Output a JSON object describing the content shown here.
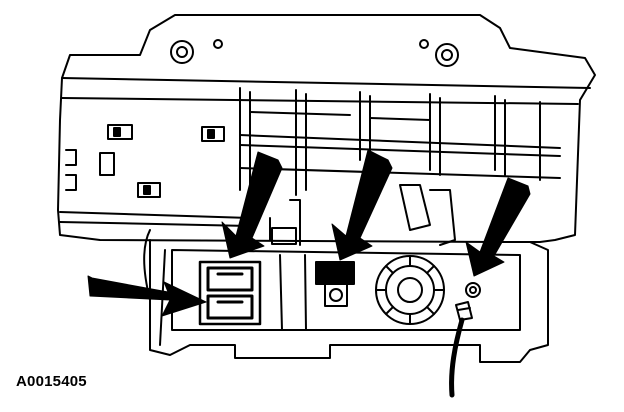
{
  "figure": {
    "label": "A0015405",
    "ink_color": "#000000",
    "paper_color": "#ffffff",
    "callouts": [
      {
        "id": "arrow-1",
        "direction": "down-left"
      },
      {
        "id": "arrow-2",
        "direction": "down-left"
      },
      {
        "id": "arrow-3",
        "direction": "down-left"
      },
      {
        "id": "arrow-4",
        "direction": "right"
      }
    ]
  }
}
